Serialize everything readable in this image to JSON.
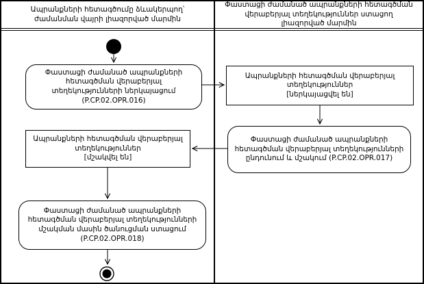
{
  "colors": {
    "line": "#000000",
    "background": "#ffffff",
    "text": "#000000"
  },
  "lanes": [
    {
      "header": "Ապրանքների հետագծումը ձևակերպող՝ ժամանման վայրի լիազորված մարմին"
    },
    {
      "header": "Փաստացի ժամանած ապրանքների հետագծման վերաբերյալ տեղեկություններ ստացող լիազորված մարմին"
    }
  ],
  "nodes": {
    "action_016": {
      "label": "Փաստացի ժամանած ապրանքների հետագծման վերաբերյալ տեղեկությունների ներկայացում",
      "code": "(P.CP.02.OPR.016)"
    },
    "state_submitted": {
      "label": "Ապրանքների հետագծման վերաբերյալ տեղեկություններ",
      "state": "[ներկայացվել են]"
    },
    "action_017": {
      "label": "Փաստացի ժամանած ապրանքների հետագծման վերաբերյալ տեղեկությունների ընդունում և մշակում",
      "code": "(P.CP.02.OPR.017)"
    },
    "state_processed": {
      "label": "Ապրանքների հետագծման վերաբերյալ տեղեկություններ",
      "state": "[մշակվել են]"
    },
    "action_018": {
      "label": "Փաստացի ժամանած ապրանքների հետագծման վերաբերյալ տեղեկությունների մշակման մասին ծանուցման ստացում",
      "code": "(P.CP.02.OPR.018)"
    }
  }
}
